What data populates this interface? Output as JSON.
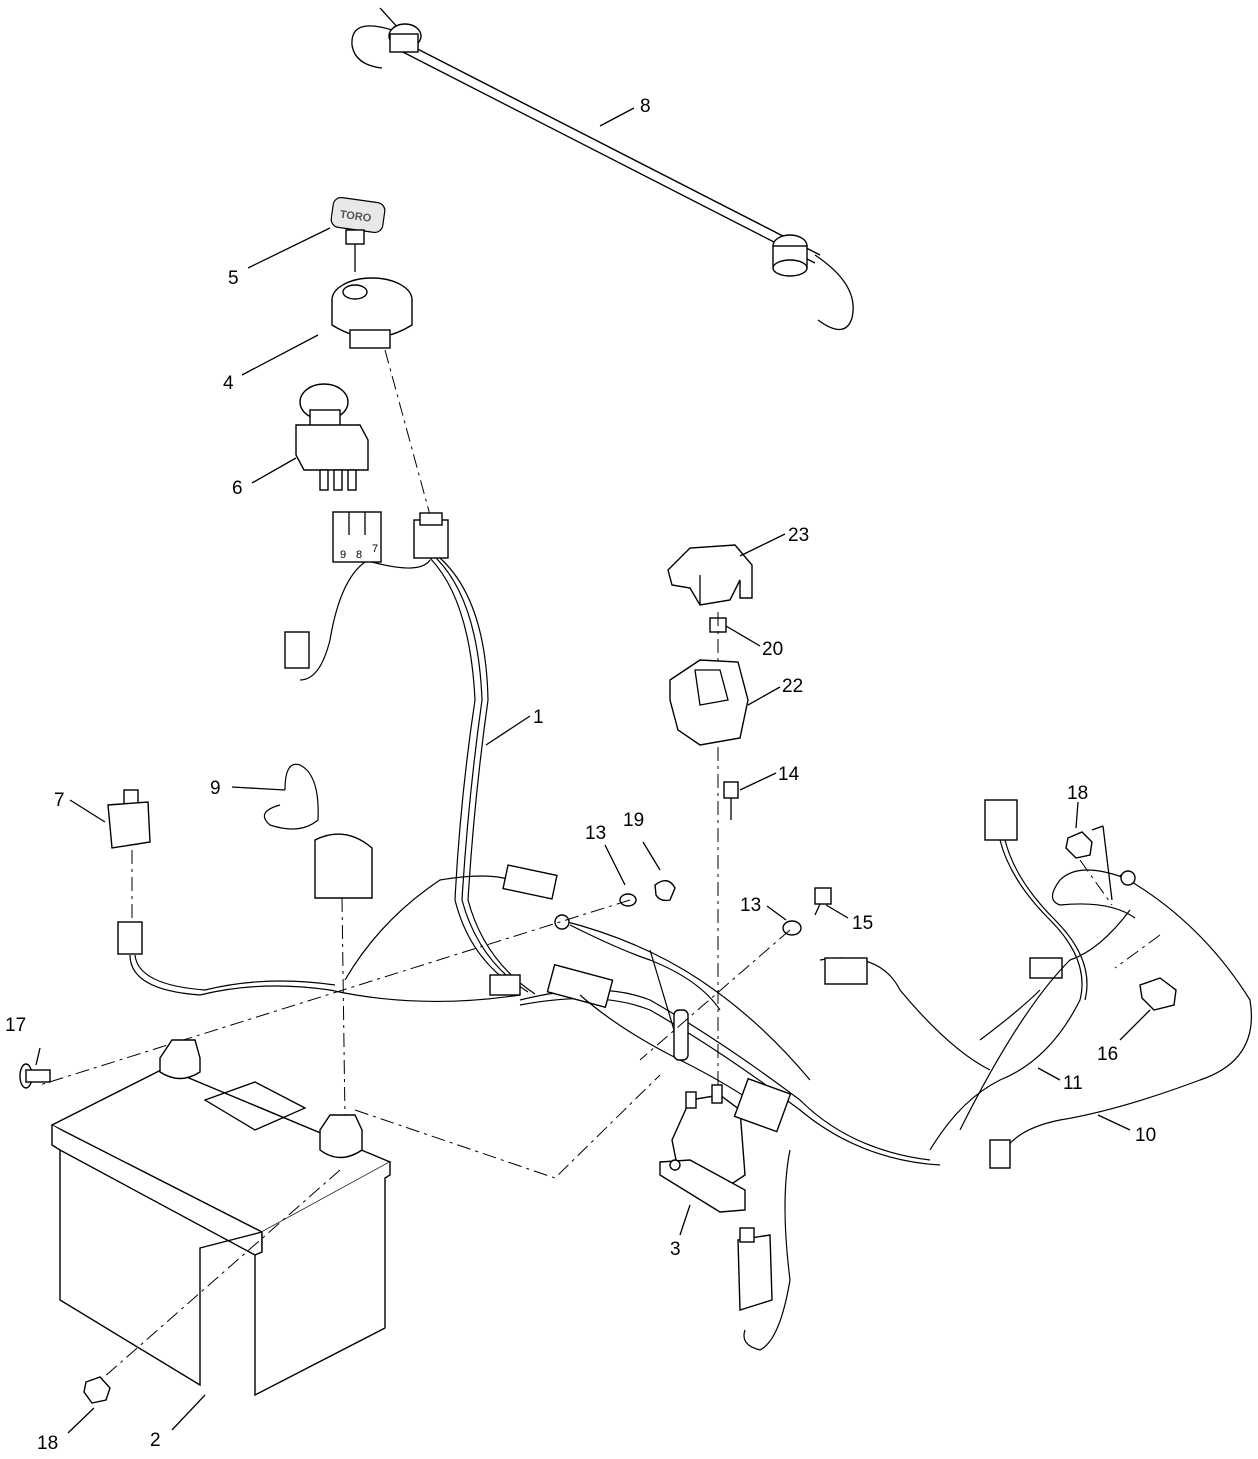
{
  "diagram": {
    "callouts": [
      {
        "id": "c8",
        "label": "8"
      },
      {
        "id": "c5",
        "label": "5"
      },
      {
        "id": "c4",
        "label": "4"
      },
      {
        "id": "c6",
        "label": "6"
      },
      {
        "id": "c23",
        "label": "23"
      },
      {
        "id": "c20",
        "label": "20"
      },
      {
        "id": "c22",
        "label": "22"
      },
      {
        "id": "c1",
        "label": "1"
      },
      {
        "id": "c14",
        "label": "14"
      },
      {
        "id": "c7",
        "label": "7"
      },
      {
        "id": "c9",
        "label": "9"
      },
      {
        "id": "c13a",
        "label": "13"
      },
      {
        "id": "c19",
        "label": "19"
      },
      {
        "id": "c18a",
        "label": "18"
      },
      {
        "id": "c13b",
        "label": "13"
      },
      {
        "id": "c15",
        "label": "15"
      },
      {
        "id": "c17",
        "label": "17"
      },
      {
        "id": "c16",
        "label": "16"
      },
      {
        "id": "c11",
        "label": "11"
      },
      {
        "id": "c10",
        "label": "10"
      },
      {
        "id": "c3",
        "label": "3"
      },
      {
        "id": "c18b",
        "label": "18"
      },
      {
        "id": "c2",
        "label": "2"
      }
    ],
    "key_brand": "TORO",
    "connector_pins": [
      "9",
      "8",
      "7"
    ]
  }
}
